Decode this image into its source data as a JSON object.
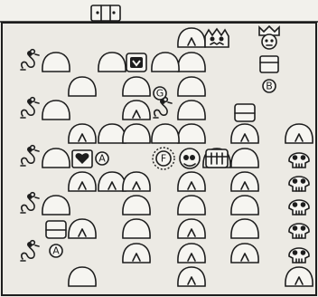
{
  "screen": {
    "markers": [
      "G",
      "A",
      "F",
      "B",
      "A"
    ]
  },
  "palette": {
    "ink": "#1d1d1d",
    "paper": "#f6f5f1",
    "background": "#eceae4"
  },
  "objects": {
    "hud_item": "gate-icon",
    "enemy_types": [
      "snake",
      "spiky-gremlin",
      "crowned-knight",
      "skull",
      "round-creature",
      "grill-monster"
    ],
    "item_types": [
      "heart-box",
      "treasure-box",
      "block",
      "flower-bud-rock"
    ]
  }
}
